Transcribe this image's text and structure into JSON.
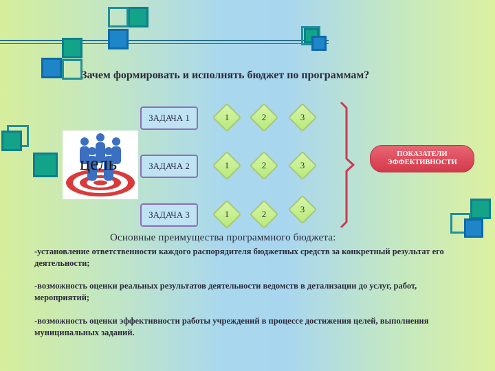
{
  "title": "Зачем формировать и исполнять бюджет по программам?",
  "goal_label": "цель",
  "tasks": [
    {
      "label": "ЗАДАЧА 1",
      "items": [
        "1",
        "2",
        "3"
      ]
    },
    {
      "label": "ЗАДАЧА 2",
      "items": [
        "1",
        "2",
        "3"
      ]
    },
    {
      "label": "ЗАДАЧА 3",
      "items": [
        "1",
        "2",
        "3"
      ]
    }
  ],
  "indicators_label": "ПОКАЗАТЕЛИ ЭФФЕКТИВНОСТИ",
  "advantages_heading": "Основные преимущества программного бюджета:",
  "advantages": [
    "-установление ответственности каждого распорядителя бюджетных средств за конкретный результат его деятельности;",
    "-возможность оценки реальных результатов деятельности ведомств в детализации до услуг, работ, мероприятий;",
    "-возможность оценки эффективности работы учреждений в процессе достижения целей, выполнения муниципальных заданий."
  ],
  "colors": {
    "accent_teal": "#12a389",
    "accent_blue": "#1e86c8",
    "pill_red": "#d43a4c",
    "task_fill": "#bfe3f3",
    "number_fill": "#b8ea7c"
  }
}
